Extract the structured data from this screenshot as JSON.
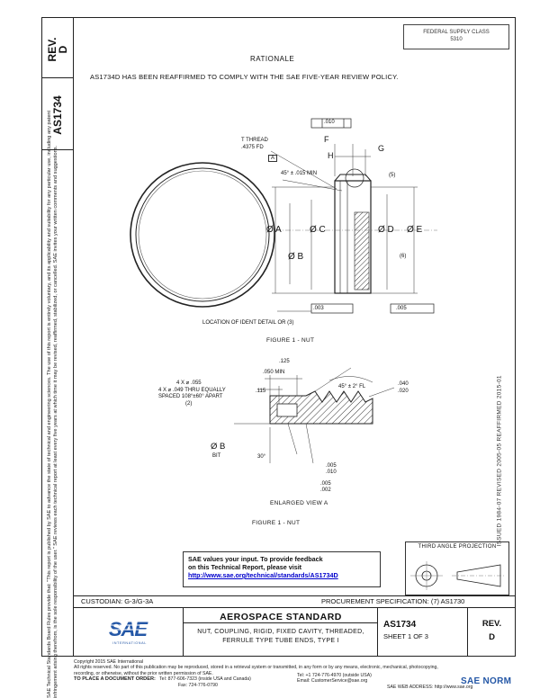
{
  "rev_block": {
    "label": "REV.",
    "value": "D"
  },
  "doc_number": "AS1734",
  "fed_box": {
    "line1": "FEDERAL SUPPLY CLASS",
    "line2": "5310"
  },
  "side_notice": "SAE Technical Standards Board Rules provide that: \"This report is published by SAE to advance the state of technical and engineering sciences. The use of this report is entirely voluntary, and its applicability and suitability for any particular use, including any patent infringement arising therefrom, is the sole responsibility of the user.\" SAE reviews each technical report at least every five years at which time it may be revised, reaffirmed, stabilized, or cancelled. SAE invites your written comments and suggestions.",
  "right_stamp": "ISSUED 1984-07    REVISED 2005-05    REAFFIRMED 2015-01",
  "rationale": {
    "heading": "RATIONALE",
    "body": "AS1734D HAS BEEN REAFFIRMED TO COMPLY WITH THE SAE FIVE-YEAR REVIEW POLICY."
  },
  "figure1": {
    "caption": "FIGURE 1 - NUT",
    "labels": {
      "t_thread": "T THREAD",
      "t_fd": ".4375 FD",
      "datum": "A",
      "tol_010": ".010",
      "tol_003": ".003",
      "tol_005": ".005",
      "chamfer": "45° ± .015 MIN",
      "F": "F",
      "G": "G",
      "H": "H",
      "dia_A": "Ø A",
      "dia_B": "Ø B",
      "dia_C": "Ø C",
      "dia_D": "Ø D",
      "dia_E": "Ø E",
      "location_note": "LOCATION OF IDENT DETAIL OR (3)",
      "ref_5": "(5)",
      "ref_6": "(6)"
    }
  },
  "enlarged": {
    "caption": "ENLARGED VIEW A",
    "figure_caption": "FIGURE 1 - NUT",
    "labels": {
      "d125": ".125",
      "d050": ".050 MIN",
      "d115": ".115",
      "deg45": "45° ± 2° FL",
      "d040": ".040",
      "d020": ".020",
      "slot_note1": "4 X ⌀ .055",
      "slot_note2": "4 X ⌀ .049 THRU EQUALLY",
      "slot_note3": "SPACED 108°±60° APART",
      "slot_note4": "(2)",
      "dia_B": "Ø B",
      "bit": "BIT",
      "ang30": "30°",
      "r_005": ".005",
      "r_010": ".010",
      "r_005b": ".005",
      "r_002": ".002"
    }
  },
  "feedback": {
    "line1": "SAE values your input. To provide feedback",
    "line2": "on this Technical Report, please visit",
    "link": "http://www.sae.org/technical/standards/AS1734D"
  },
  "third_angle": "THIRD ANGLE PROJECTION",
  "title_block": {
    "custodian": "CUSTODIAN: G-3/G-3A",
    "procurement": "PROCUREMENT SPECIFICATION: (7) AS1730",
    "standard_heading": "AEROSPACE STANDARD",
    "title_line1": "NUT, COUPLING, RIGID, FIXED CAVITY, THREADED,",
    "title_line2": "FERRULE TYPE TUBE ENDS, TYPE I",
    "doc_number": "AS1734",
    "sheet": "SHEET 1 OF 3",
    "rev_label": "REV.",
    "rev_value": "D",
    "logo_text": "SAE",
    "logo_sub": "INTERNATIONAL"
  },
  "footer": {
    "line1": "Copyright 2015 SAE International",
    "line2": "All rights reserved. No part of this publication may be reproduced, stored in a retrieval system or transmitted, in any form or by any means, electronic, mechanical, photocopying,",
    "line3": "recording, or otherwise, without the prior written permission of SAE.",
    "order_label": "TO PLACE A DOCUMENT ORDER:",
    "tel1": "Tel: 877-606-7323 (inside USA and Canada)",
    "tel2": "Tel: +1 724-776-4970 (outside USA)",
    "fax": "Fax: 724-776-0790",
    "email": "Email: CustomerService@sae.org",
    "web": "SAE WEB ADDRESS: http://www.sae.org"
  },
  "watermark": "SAE NORM"
}
